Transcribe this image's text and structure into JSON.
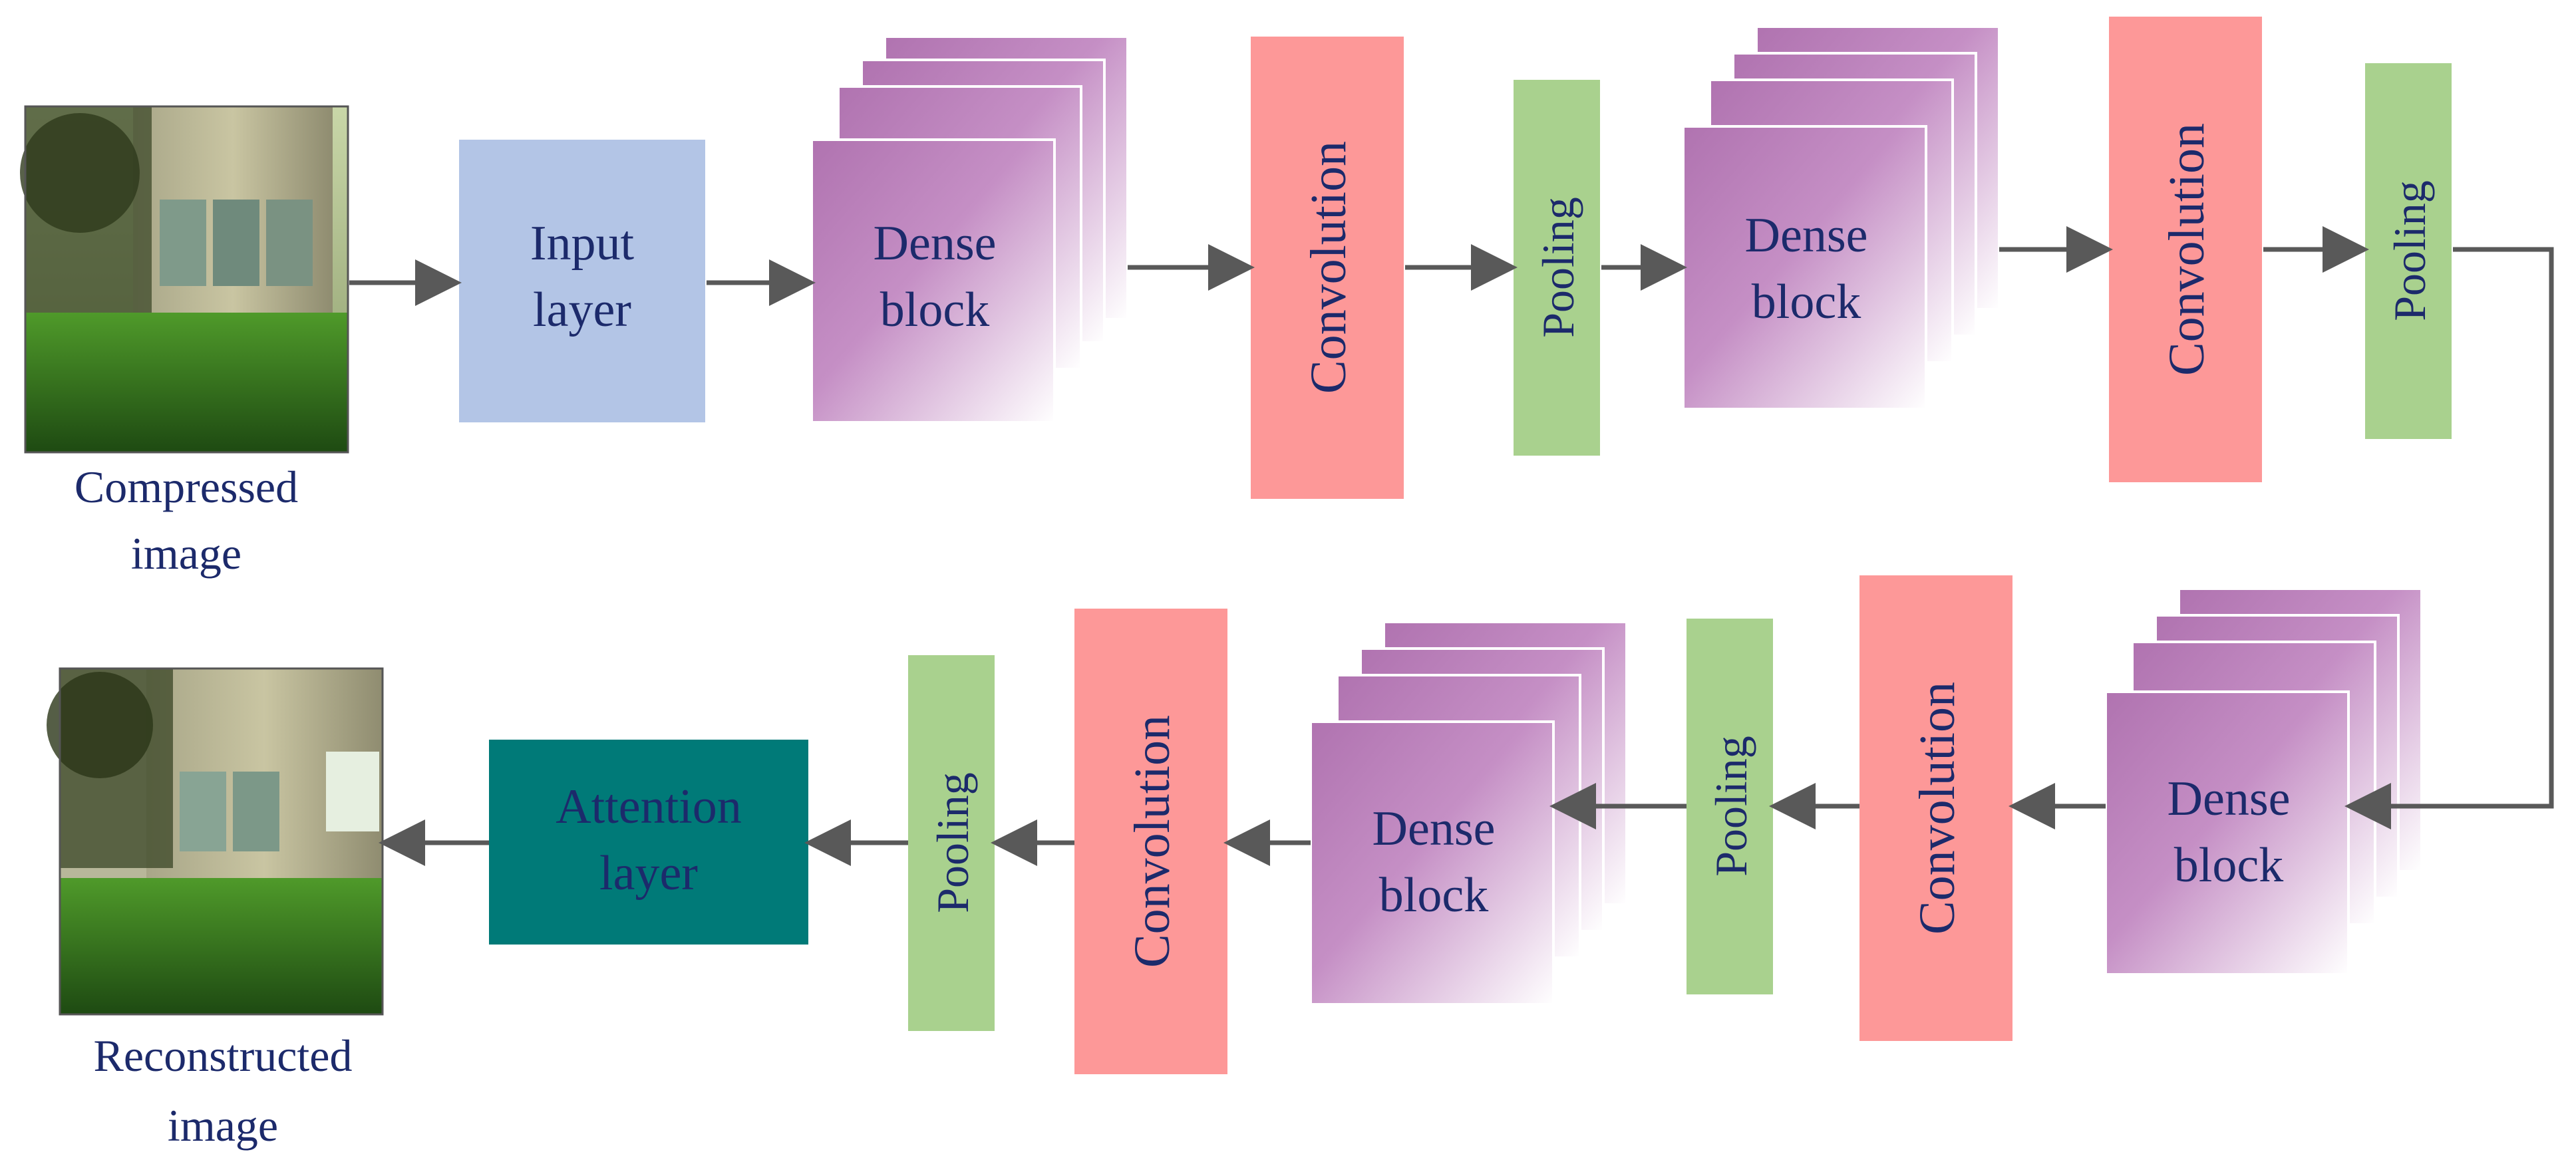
{
  "colors": {
    "input": "#b3c5e6",
    "convolution": "#fd9898",
    "pooling": "#a9d18e",
    "attention": "#007a78",
    "dense_top": "#b073b0",
    "text": "#1c2a6b",
    "arrow": "#595959"
  },
  "images": {
    "compressed": {
      "label_line1": "Compressed",
      "label_line2": "image"
    },
    "reconstructed": {
      "label_line1": "Reconstructed",
      "label_line2": "image"
    }
  },
  "nodes": {
    "input": {
      "line1": "Input",
      "line2": "layer"
    },
    "dense1": {
      "line1": "Dense",
      "line2": "block"
    },
    "conv1": {
      "label": "Convolution"
    },
    "pool1": {
      "label": "Pooling"
    },
    "dense2": {
      "line1": "Dense",
      "line2": "block"
    },
    "conv2": {
      "label": "Convolution"
    },
    "pool2": {
      "label": "Pooling"
    },
    "dense3": {
      "line1": "Dense",
      "line2": "block"
    },
    "conv3": {
      "label": "Convolution"
    },
    "pool3": {
      "label": "Pooling"
    },
    "dense4": {
      "line1": "Dense",
      "line2": "block"
    },
    "conv4": {
      "label": "Convolution"
    },
    "pool4": {
      "label": "Pooling"
    },
    "attention": {
      "line1": "Attention",
      "line2": "layer"
    }
  }
}
